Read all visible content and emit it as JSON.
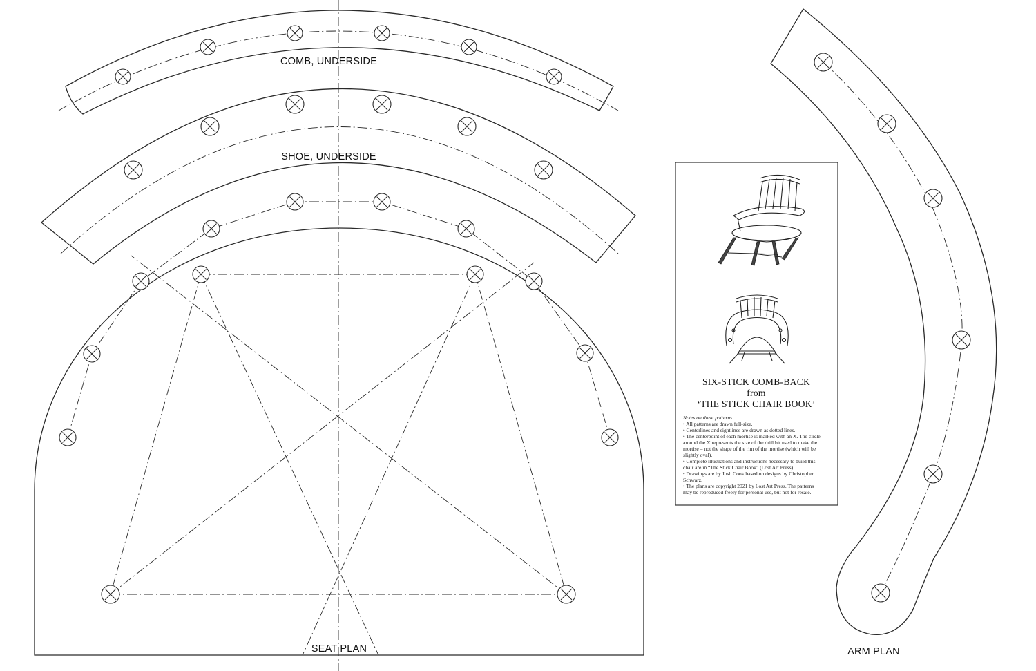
{
  "labels": {
    "comb": "COMB, UNDERSIDE",
    "shoe": "SHOE, UNDERSIDE",
    "seat": "SEAT PLAN",
    "arm": "ARM PLAN"
  },
  "info_card": {
    "title_line1": "SIX-STICK COMB-BACK",
    "title_line2": "from",
    "title_line3": "‘THE STICK CHAIR BOOK’",
    "notes_heading": "Notes on these patterns",
    "notes": [
      "• All patterns are drawn full-size.",
      "• Centerlines and sightlines are drawn as dotted lines.",
      "• The centerpoint of each mortise is marked with an X. The circle",
      "around the X represents the size of the drill bit used to make the",
      "mortise – not the shape of the rim of the mortise (which will be",
      "slightly oval).",
      "• Complete illustrations and instructions necessary to build this",
      "chair are in “The Stick Chair Book” (Lost Art Press).",
      "• Drawings are by Josh Cook based on designs by Christopher",
      "Schwarz.",
      "• The plans are copyright 2021 by Lost Art Press. The patterns",
      "may be reproduced freely for personal use, but not for resale."
    ]
  },
  "icons": {
    "mortise": "circle-x-mortise-icon",
    "chair_perspective": "chair-perspective-sketch",
    "chair_plan": "chair-plan-sketch"
  }
}
